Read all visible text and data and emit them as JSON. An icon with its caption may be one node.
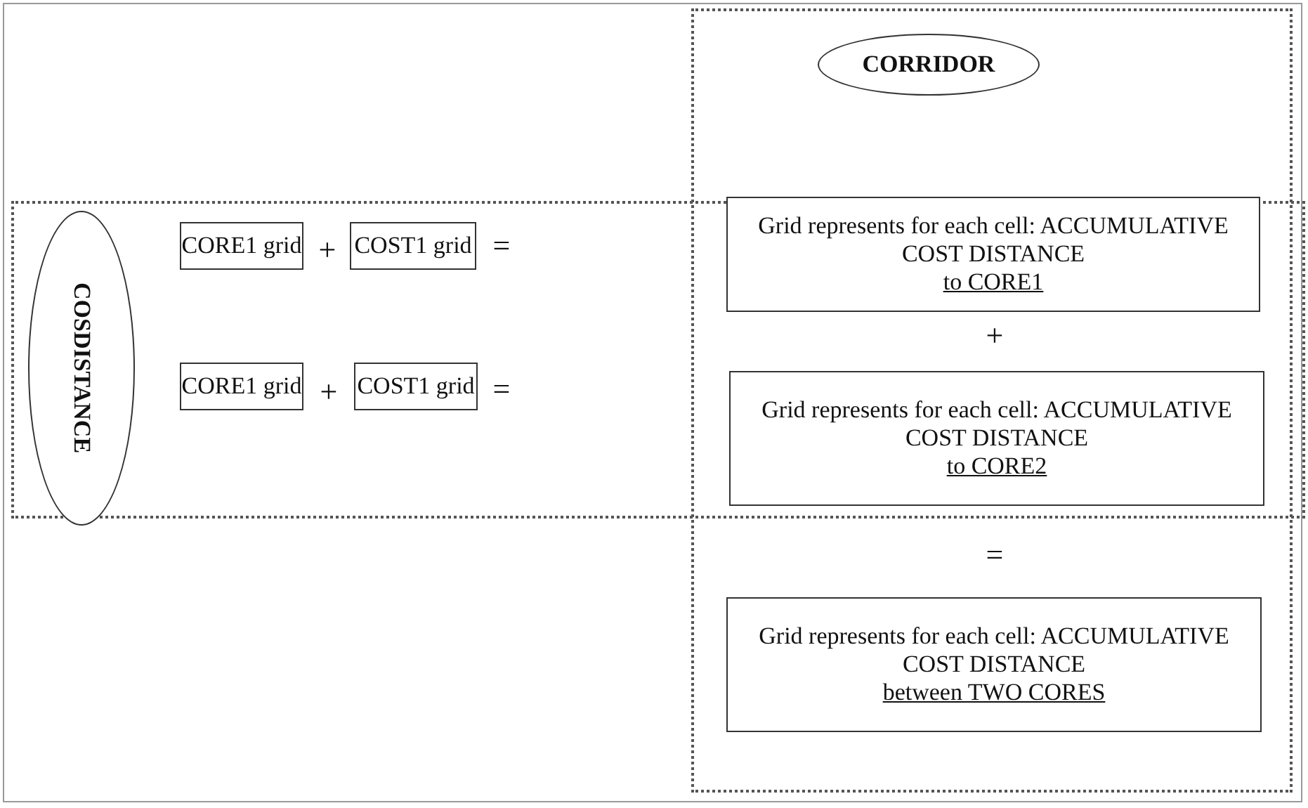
{
  "diagram": {
    "nodes": [
      {
        "text": [
          "CORRIDOR"
        ]
      },
      {
        "text": [
          "COSDISTANCE"
        ]
      },
      {
        "text": [
          "CORE1 grid"
        ]
      },
      {
        "text": [
          "COST1 grid"
        ]
      },
      {
        "text": [
          "Grid represents for each cell: ACCUMULATIVE COST DISTANCE",
          "to CORE1"
        ]
      },
      {
        "text": [
          "CORE1 grid"
        ]
      },
      {
        "text": [
          "COST1 grid"
        ]
      },
      {
        "text": [
          "Grid represents for each cell: ACCUMULATIVE COST DISTANCE",
          "to CORE2"
        ]
      },
      {
        "text": [
          "Grid represents for each cell: ACCUMULATIVE COST DISTANCE",
          "between TWO CORES"
        ]
      }
    ],
    "edges": [],
    "labels": [
      "+",
      "=",
      "+",
      "+",
      "=",
      "="
    ]
  }
}
